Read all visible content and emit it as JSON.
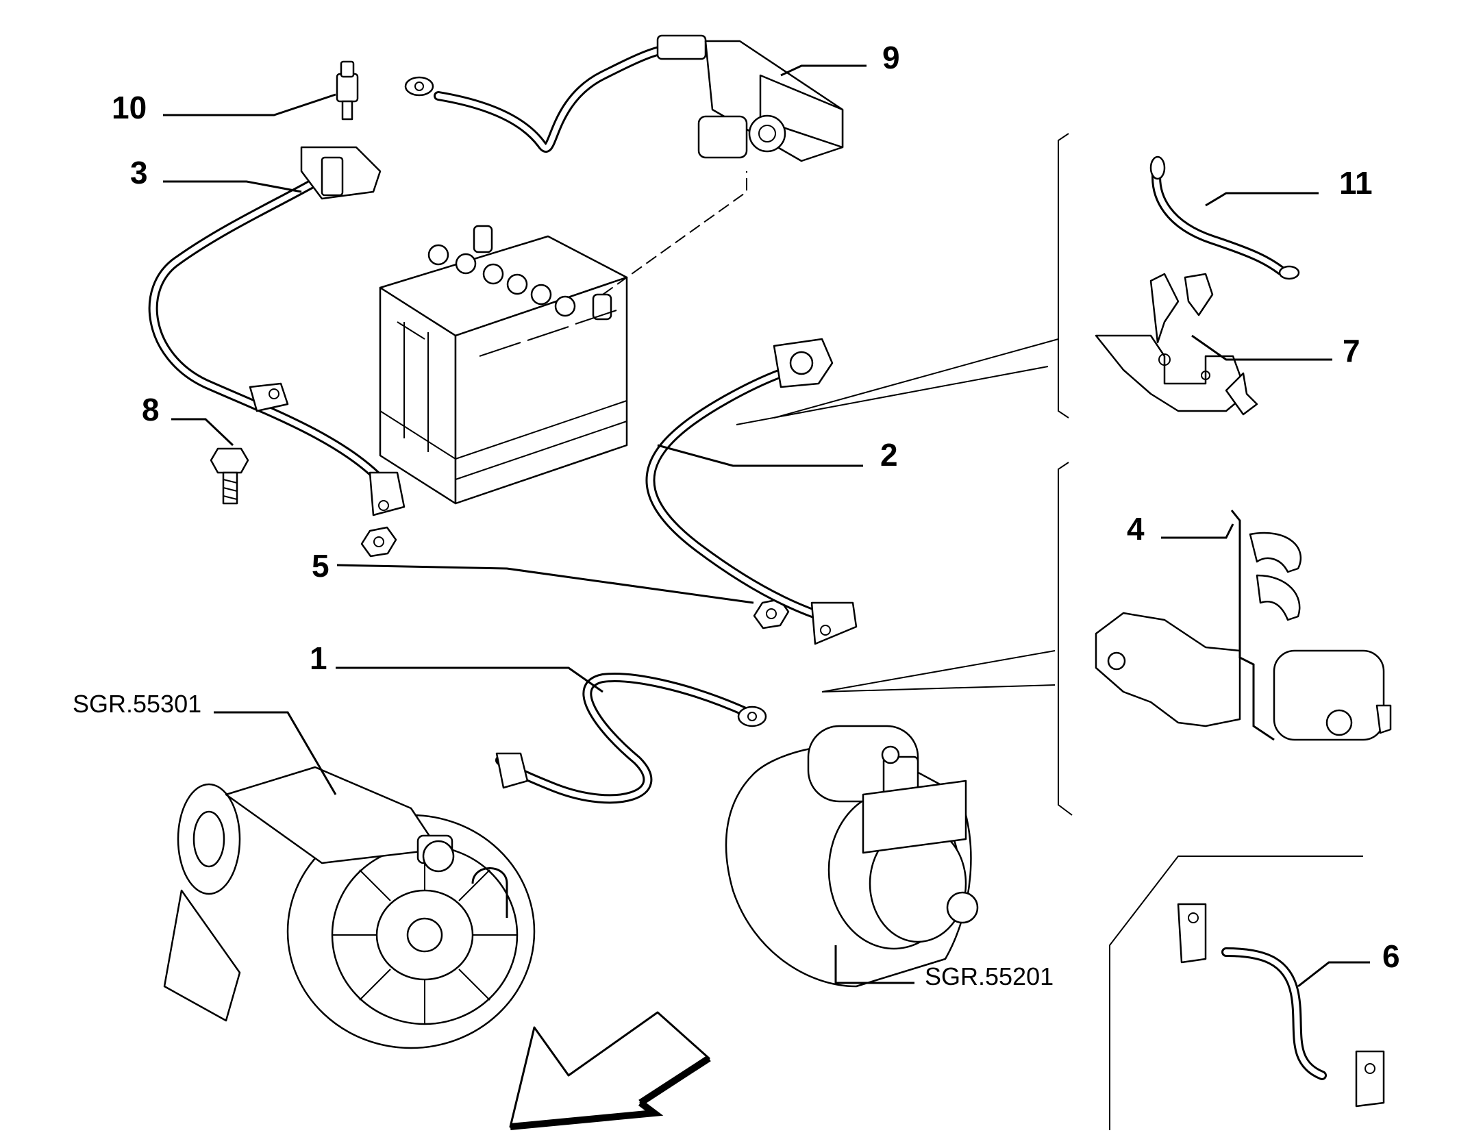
{
  "callouts": {
    "c1": "1",
    "c2": "2",
    "c3": "3",
    "c4": "4",
    "c5": "5",
    "c6": "6",
    "c7": "7",
    "c8": "8",
    "c9": "9",
    "c10": "10",
    "c11": "11"
  },
  "references": {
    "alternator": "SGR.55301",
    "starter": "SGR.55201"
  }
}
